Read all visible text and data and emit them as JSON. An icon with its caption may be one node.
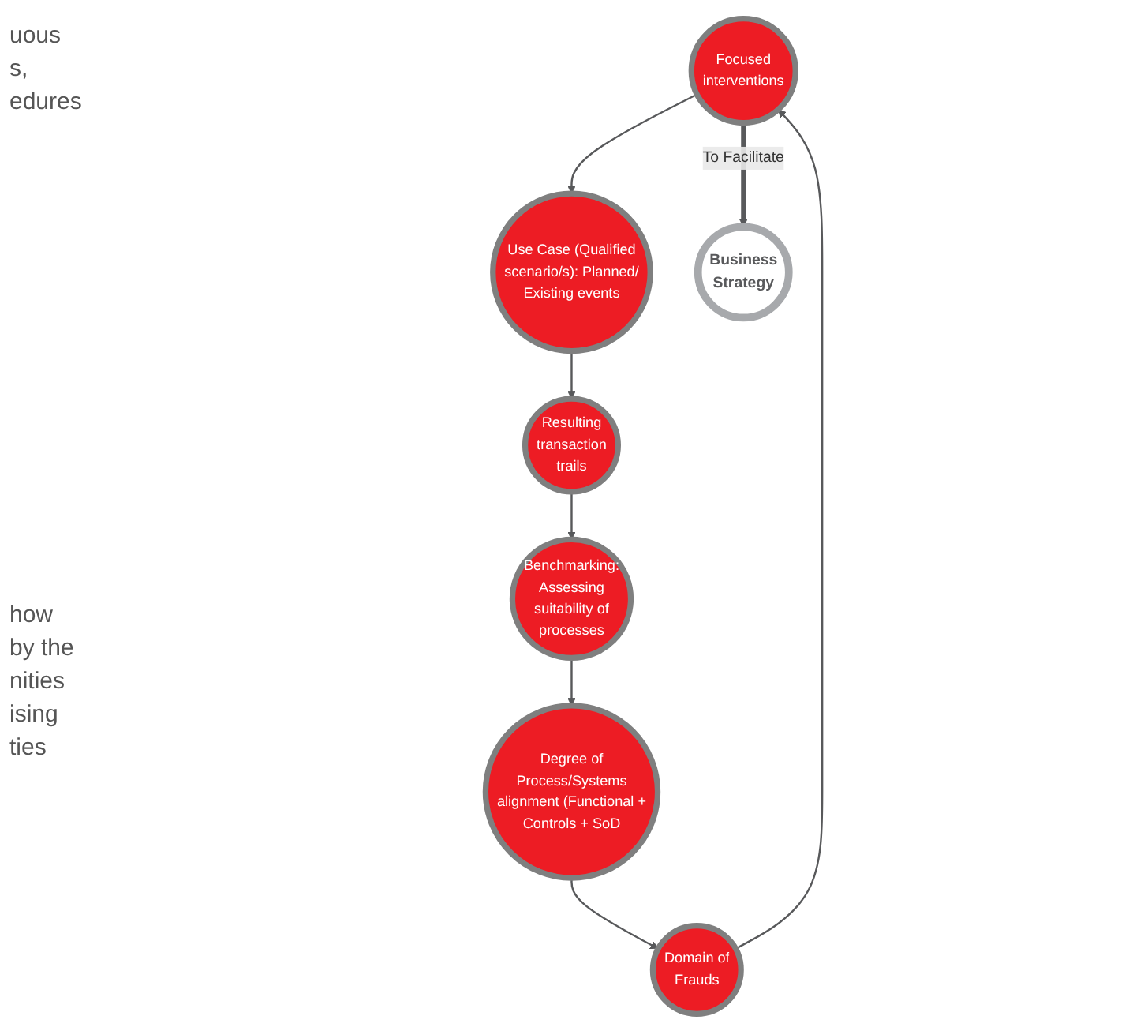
{
  "diagram": {
    "nodes": [
      {
        "text": [
          "Focused interventions"
        ]
      },
      {
        "text": [
          "Use Case (Qualified scenario/s): Planned/ Existing events"
        ]
      },
      {
        "text": [
          "Resulting transaction trails"
        ]
      },
      {
        "text": [
          "Benchmarking: Assessing suitability of processes"
        ]
      },
      {
        "text": [
          "Degree of Process/Systems alignment (Functional + Controls + SoD"
        ]
      },
      {
        "text": [
          "Domain of Frauds"
        ]
      },
      {
        "text": [
          "Business Strategy"
        ]
      }
    ],
    "edges": [
      {
        "from": 0,
        "to": 1,
        "arrow": "to"
      },
      {
        "from": 1,
        "to": 2,
        "arrow": "to"
      },
      {
        "from": 2,
        "to": 3,
        "arrow": "to"
      },
      {
        "from": 3,
        "to": 4,
        "arrow": "to"
      },
      {
        "from": 4,
        "to": 5,
        "arrow": "to"
      },
      {
        "from": 5,
        "to": 0,
        "arrow": "to"
      },
      {
        "from": 0,
        "to": 6,
        "arrow": "to",
        "label": "To Facilitate",
        "style": "thick",
        "color": "#58595b"
      }
    ],
    "labels": [
      "uous",
      "s,",
      "edures",
      "how",
      "by the",
      "nities",
      "ising",
      "ties"
    ]
  }
}
